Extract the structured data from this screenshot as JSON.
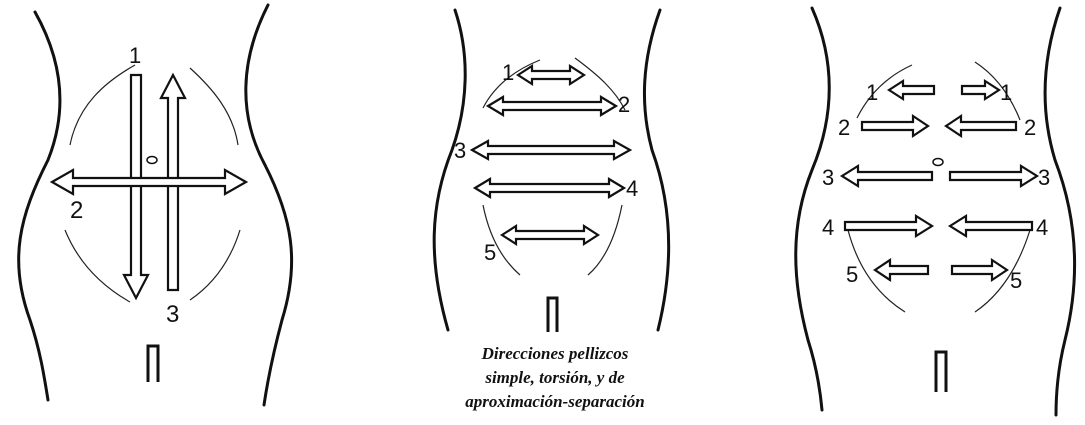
{
  "figures": [
    {
      "id": "vertical-horizontal",
      "labels": [
        "1",
        "2",
        "3"
      ]
    },
    {
      "id": "horizontal-rows",
      "labels": [
        "1",
        "2",
        "3",
        "4",
        "5"
      ],
      "caption": [
        "Direcciones pellizcos",
        "simple, torsión, y de",
        "aproximación-separación"
      ]
    },
    {
      "id": "approximation-separation",
      "labels_left": [
        "1",
        "2",
        "3",
        "4",
        "5"
      ],
      "labels_right": [
        "1",
        "2",
        "3",
        "4",
        "5"
      ]
    }
  ]
}
